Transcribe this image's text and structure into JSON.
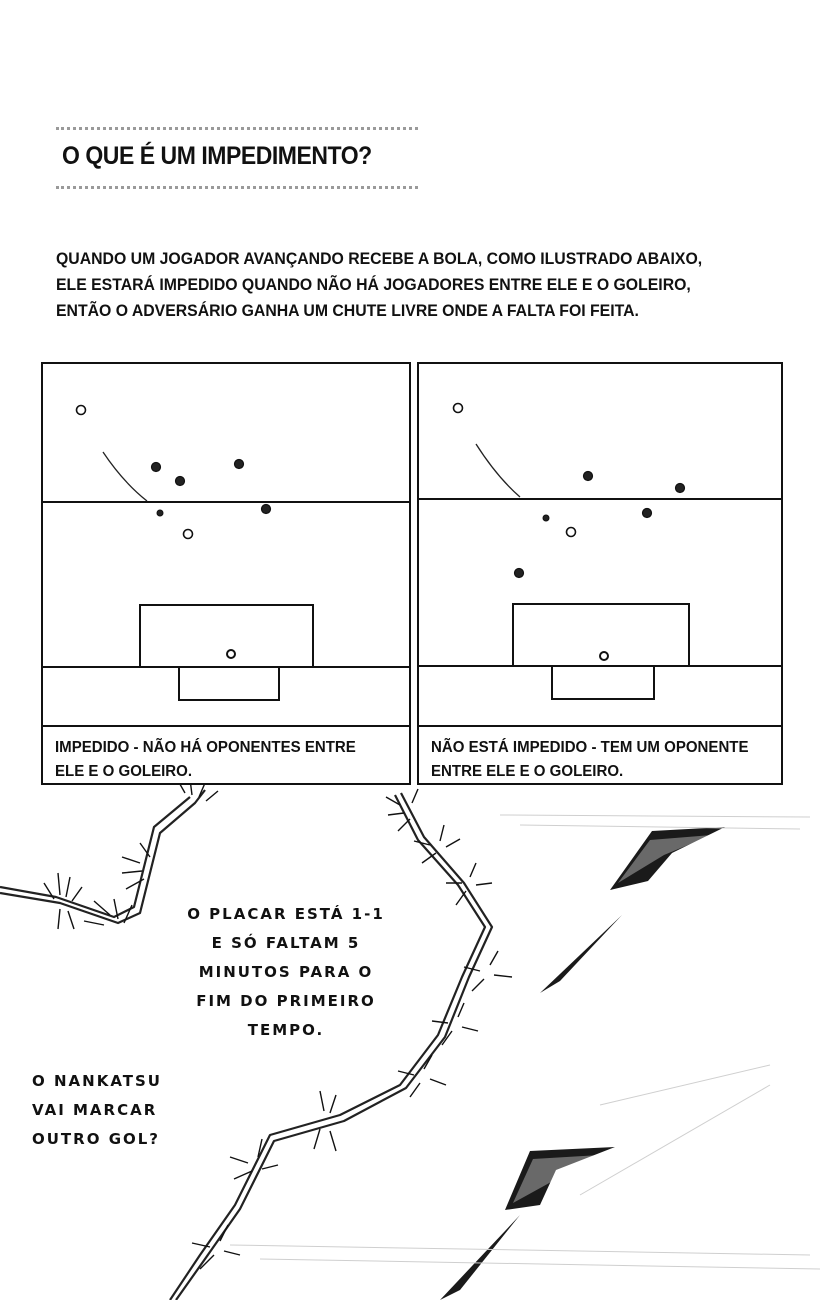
{
  "heading": {
    "title": "O QUE É UM IMPEDIMENTO?"
  },
  "intro": {
    "lines": [
      "QUANDO UM JOGADOR AVANÇANDO RECEBE A BOLA, COMO ILUSTRADO ABAIXO,",
      "ELE ESTARÁ IMPEDIDO QUANDO NÃO HÁ JOGADORES ENTRE ELE E O GOLEIRO,",
      "ENTÃO O ADVERSÁRIO GANHA UM CHUTE LIVRE ONDE A FALTA FOI FEITA."
    ]
  },
  "diagrams": {
    "left": {
      "caption_lines": [
        "IMPEDIDO - NÃO HÁ OPONENTES ENTRE",
        "ELE E O GOLEIRO."
      ]
    },
    "right": {
      "caption_lines": [
        "NÃO ESTÁ IMPEDIDO - TEM UM OPONENTE",
        "ENTRE ELE E O GOLEIRO."
      ]
    }
  },
  "speech": {
    "center_lines": [
      "O PLACAR ESTÁ 1-1",
      "E SÓ FALTAM 5",
      "MINUTOS PARA O",
      "FIM DO PRIMEIRO",
      "TEMPO."
    ],
    "left_lines": [
      "O NANKATSU",
      "VAI MARCAR",
      "OUTRO GOL?"
    ]
  }
}
